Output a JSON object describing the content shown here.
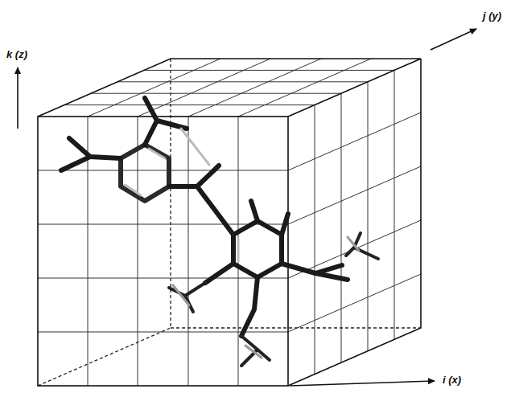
{
  "diagram": {
    "labels": [
      "k (z)",
      "j (y)",
      "i (x)"
    ]
  }
}
